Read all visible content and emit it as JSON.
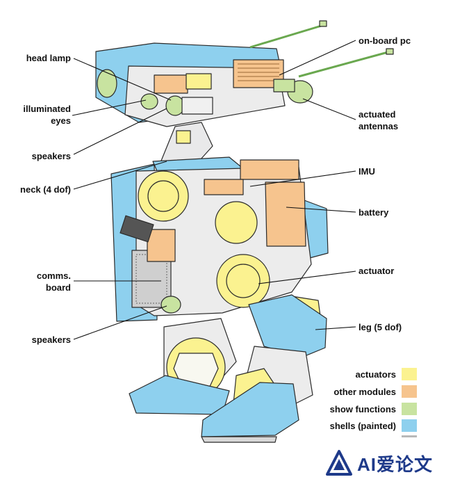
{
  "callouts": {
    "head_lamp": "head lamp",
    "illuminated_eyes_1": "illuminated",
    "illuminated_eyes_2": "eyes",
    "speakers_top": "speakers",
    "neck": "neck (4 dof)",
    "comms_board_1": "comms.",
    "comms_board_2": "board",
    "speakers_bottom": "speakers",
    "onboard_pc": "on-board pc",
    "actuated_antennas_1": "actuated",
    "actuated_antennas_2": "antennas",
    "imu": "IMU",
    "battery": "battery",
    "actuator": "actuator",
    "leg": "leg (5 dof)"
  },
  "legend": [
    {
      "label": "actuators",
      "color": "#fbf290"
    },
    {
      "label": "other modules",
      "color": "#f6c48e"
    },
    {
      "label": "show functions",
      "color": "#c8e3a0"
    },
    {
      "label": "shells (painted)",
      "color": "#8ed0ee"
    }
  ],
  "colors": {
    "actuator": "#fbf290",
    "module": "#f6c48e",
    "show": "#c8e3a0",
    "shell": "#8ed0ee",
    "frame": "#e9e9ea",
    "outline": "#2b2b2b"
  },
  "brand": {
    "icon": "triangle-logo-icon",
    "text": "AI爱论文"
  }
}
